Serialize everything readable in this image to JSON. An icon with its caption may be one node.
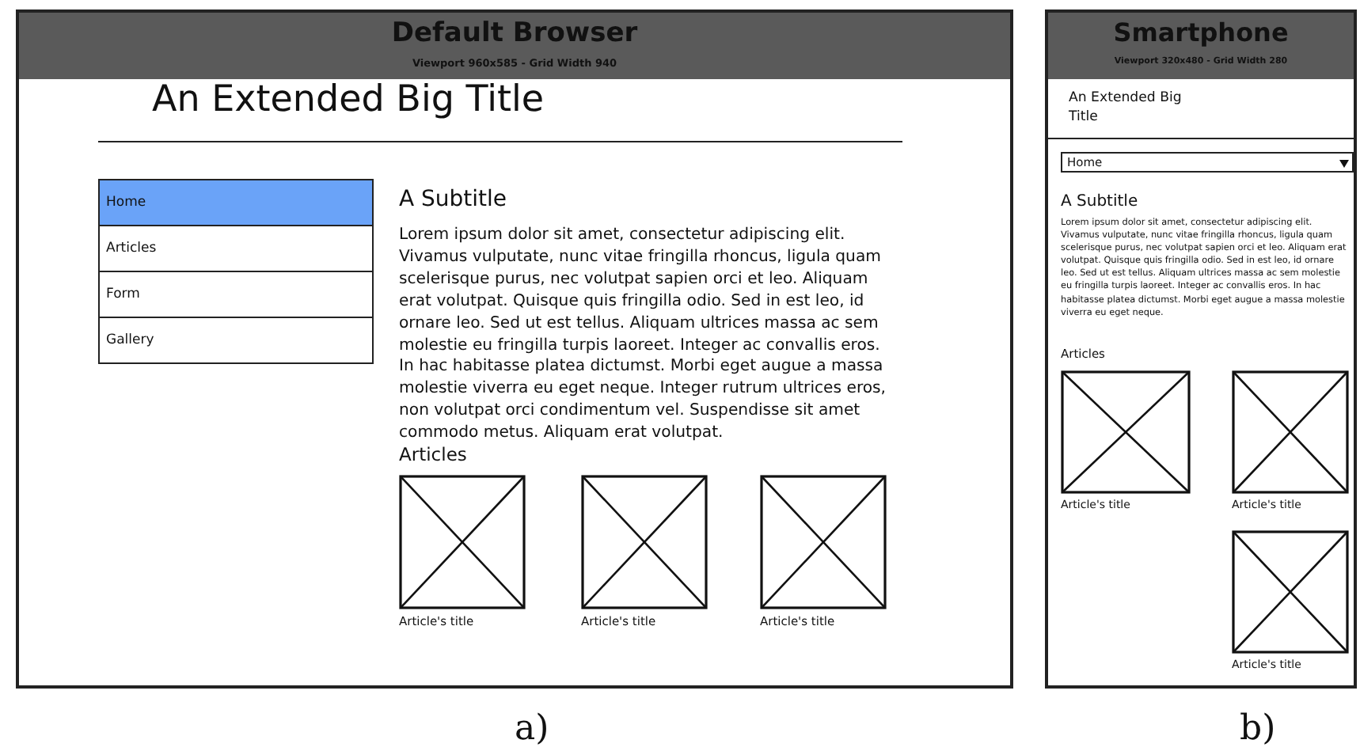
{
  "diagram": {
    "nodes": [
      {
        "text": [
          "Default Browser",
          "Viewport 960x585 - Grid Width 940"
        ],
        "beside": [
          "a)"
        ]
      },
      {
        "text": [
          "Home"
        ],
        "in": 0
      },
      {
        "text": [
          "Articles"
        ],
        "in": 0
      },
      {
        "text": [
          "Form"
        ],
        "in": 0
      },
      {
        "text": [
          "Gallery"
        ],
        "in": 0
      },
      {
        "text": [
          "Smartphone",
          "Viewport 320x480 - Grid Width 280"
        ],
        "beside": [
          "b)"
        ]
      },
      {
        "text": [
          "Home"
        ],
        "in": 5
      }
    ],
    "edges": [],
    "labels": [
      "An Extended Big Title",
      "A Subtitle",
      "Lorem ipsum dolor sit amet, consectetur adipiscing elit. Vivamus vulputate, nunc vitae fringilla rhoncus, ligula quam scelerisque purus, nec volutpat sapien orci et leo. Aliquam erat volutpat. Quisque quis fringilla odio. Sed in est leo, id ornare leo. Sed ut est tellus. Aliquam ultrices massa ac sem molestie eu fringilla turpis laoreet. Integer ac convallis eros. In hac habitasse platea dictumst. Morbi eget augue a massa molestie viverra eu eget neque. Integer rutrum ultrices eros, non volutpat orci condimentum vel. Suspendisse sit amet commodo metus. Aliquam erat volutpat.",
      "Articles",
      "Article's title",
      "Article's title",
      "Article's title",
      "An Extended Big Title",
      "A Subtitle",
      "Lorem ipsum dolor sit amet, consectetur adipiscing elit. Vivamus vulputate, nunc vitae fringilla rhoncus, ligula quam scelerisque purus, nec volutpat sapien orci et leo. Aliquam erat volutpat. Quisque quis fringilla odio. Sed in est leo, id ornare leo. Sed ut est tellus. Aliquam ultrices massa ac sem molestie eu fringilla turpis laoreet. Integer ac convallis eros. In hac habitasse platea dictumst. Morbi eget augue a massa molestie viverra eu eget neque.",
      "Articles",
      "Article's title",
      "Article's title",
      "Article's title"
    ]
  }
}
